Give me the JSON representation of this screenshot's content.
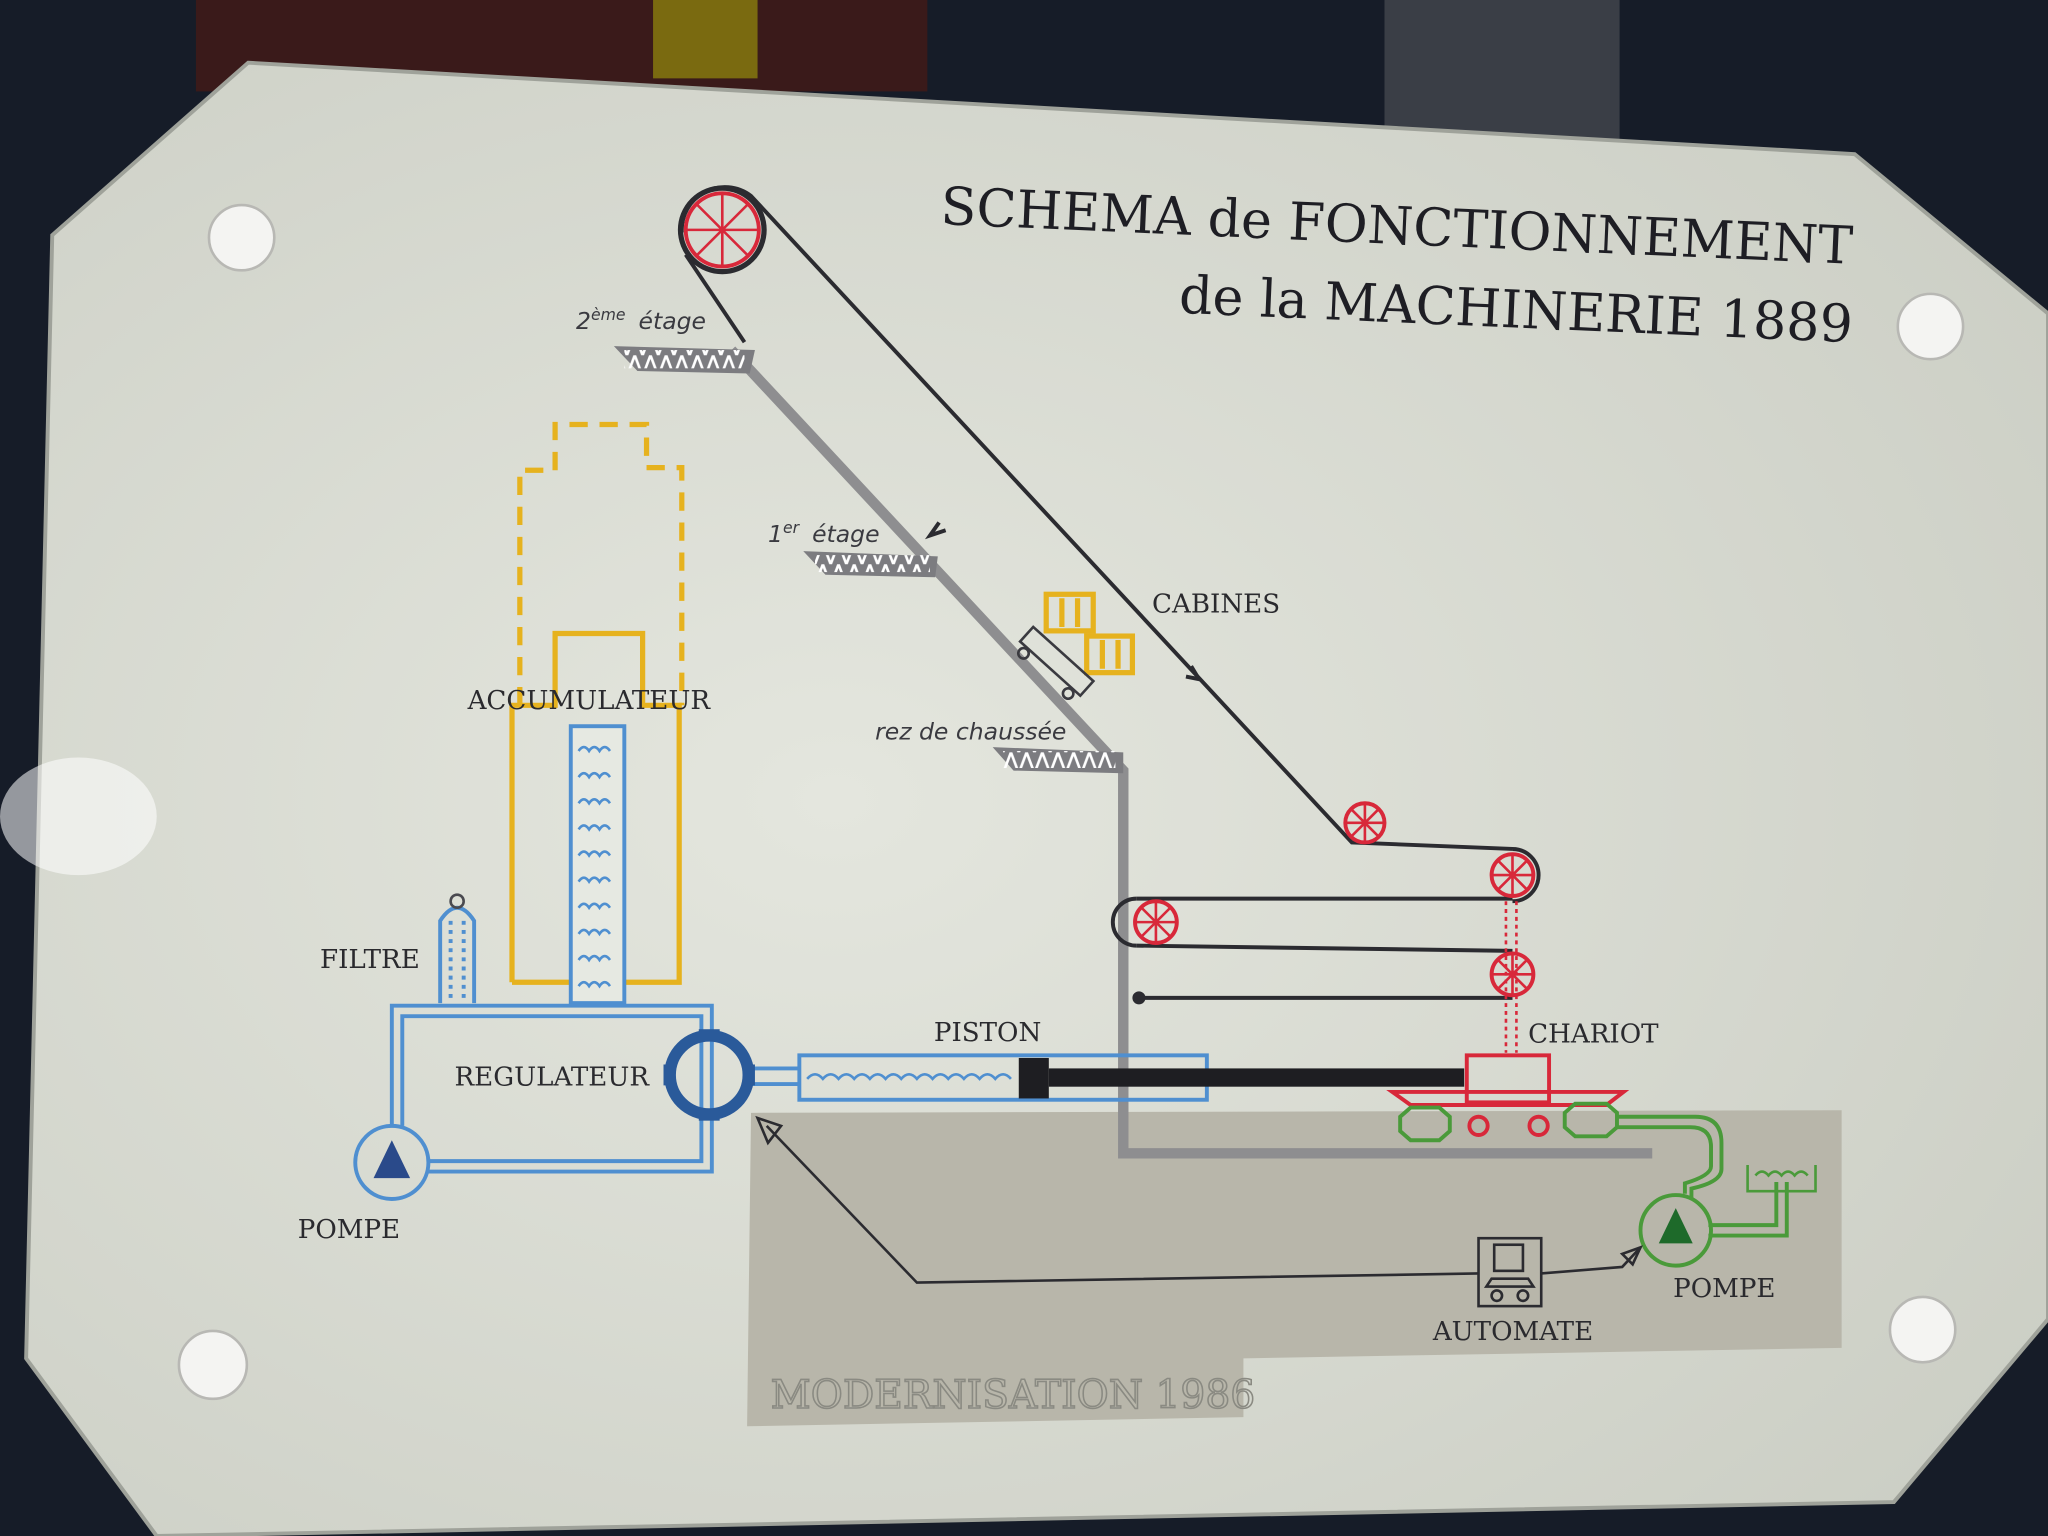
{
  "title": {
    "line1": "SCHEMA de FONCTIONNEMENT",
    "line2": "de la MACHINERIE 1889"
  },
  "floors": {
    "second": {
      "number": "2",
      "suffix": "ème",
      "word": "étage"
    },
    "first": {
      "number": "1",
      "suffix": "er",
      "word": "étage"
    },
    "ground": {
      "word": "rez de chaussée"
    }
  },
  "labels": {
    "cabines": "CABINES",
    "accumulateur": "ACCUMULATEUR",
    "filtre": "FILTRE",
    "regulateur": "REGULATEUR",
    "piston": "PISTON",
    "chariot": "CHARIOT",
    "pompe_left": "POMPE",
    "pompe_right": "POMPE",
    "automate": "AUTOMATE",
    "modernisation": "MODERNISATION 1986"
  },
  "colors": {
    "cable": "#2b2b30",
    "rail": "#8e8e90",
    "wheel": "#d8283a",
    "accumulator": "#e6b21e",
    "hydraulic": "#4f8fd0",
    "modern": "#4a9a3a",
    "plate": "#dcdfd6",
    "modern_area": "#b8b6aa"
  }
}
